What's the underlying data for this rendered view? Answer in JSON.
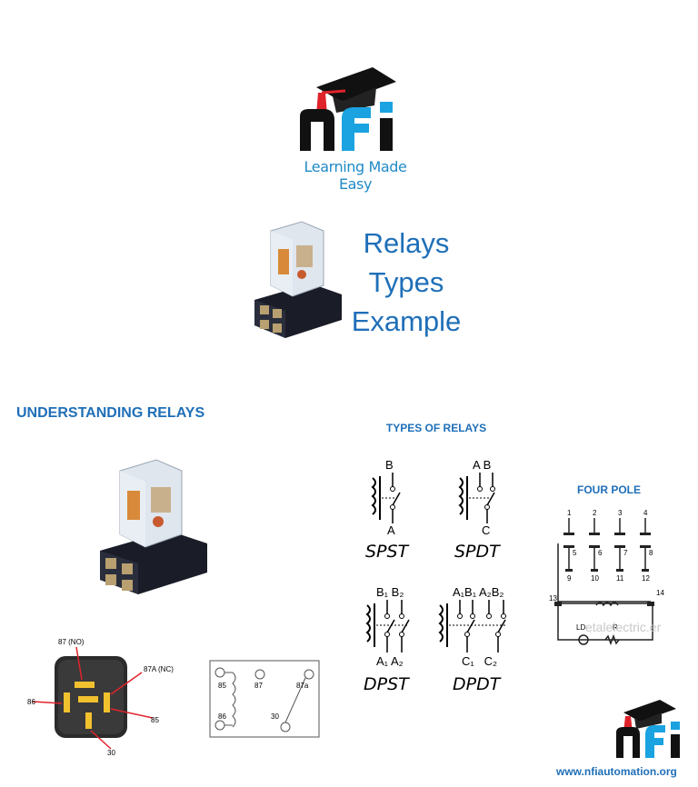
{
  "brand": {
    "logo_letters": "nfi",
    "tagline": "Learning Made Easy",
    "colors": {
      "black": "#111111",
      "blue": "#1aa3e0",
      "red": "#e0232b",
      "title_blue": "#1f6fb8"
    }
  },
  "title": {
    "line1": "Relays",
    "line2": "Types",
    "line3": "Example"
  },
  "section_understanding": "UNDERSTANDING RELAYS",
  "section_types": "TYPES OF RELAYS",
  "section_four_pole": "FOUR POLE",
  "relay_types": [
    {
      "label": "SPST",
      "top": "B",
      "bottom": "A"
    },
    {
      "label": "SPDT",
      "top": "A B",
      "bottom": "C"
    },
    {
      "label": "DPST",
      "top": "B₁ B₂",
      "bottom": "A₁ A₂"
    },
    {
      "label": "DPDT",
      "top": "A₁B₁ A₂B₂",
      "bottom": "C₁   C₂"
    }
  ],
  "pin_labels": {
    "no": "87 (NO)",
    "nc": "87A (NC)",
    "p86": "86",
    "p85": "85",
    "p30": "30"
  },
  "schematic_labels": {
    "s85": "85",
    "s86": "86",
    "s87": "87",
    "s87a": "87a",
    "s30": "30"
  },
  "four_pole": {
    "top": [
      "1",
      "2",
      "3",
      "4"
    ],
    "mid": [
      "5",
      "6",
      "7",
      "8"
    ],
    "bottom": [
      "9",
      "10",
      "11",
      "12"
    ],
    "coil_left": "13",
    "coil_right": "14",
    "led": "LD",
    "resistor": "R",
    "watermark": "etalelectric.er"
  },
  "footer_url": "www.nfiautomation.org"
}
